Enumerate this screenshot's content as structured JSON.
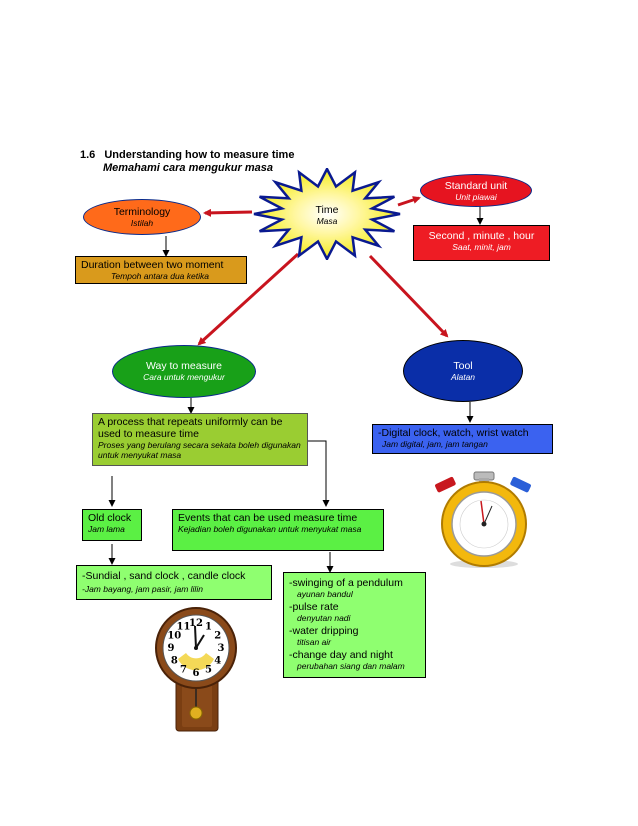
{
  "heading": {
    "number": "1.6",
    "title": "Understanding how to measure time",
    "subtitle": "Memahami cara mengukur masa"
  },
  "time": {
    "label": "Time",
    "sub": "Masa"
  },
  "terminology": {
    "label": "Terminology",
    "sub": "Istilah"
  },
  "duration": {
    "label": "Duration between two moment",
    "sub": "Tempoh antara dua ketika"
  },
  "standard_unit": {
    "label": "Standard unit",
    "sub": "Unit piawai"
  },
  "units": {
    "label": "Second , minute , hour",
    "sub": "Saat, minit, jam"
  },
  "way": {
    "label": "Way to measure",
    "sub": "Cara untuk mengukur"
  },
  "tool": {
    "label": "Tool",
    "sub": "Alatan"
  },
  "process": {
    "label": "A process that repeats uniformly can be used to measure time",
    "sub": "Proses yang berulang secara sekata boleh digunakan untuk menyukat masa"
  },
  "digital": {
    "label": "-Digital clock, watch, wrist watch",
    "sub": "Jam digital, jam, jam tangan"
  },
  "old_clock": {
    "label": "Old clock",
    "sub": "Jam lama"
  },
  "events": {
    "label": "Events that can be used measure time",
    "sub": "Kejadian boleh digunakan untuk menyukat masa"
  },
  "sundial": {
    "label": "-Sundial , sand clock , candle clock",
    "sub": "-Jam bayang, jam pasir, jam lilin"
  },
  "events_list": [
    {
      "label": "-swinging of a pendulum",
      "sub": "ayunan bandul"
    },
    {
      "label": "-pulse rate",
      "sub": "denyutan nadi"
    },
    {
      "label": "-water dripping",
      "sub": "titisan air"
    },
    {
      "label": "-change day and night",
      "sub": "perubahan siang dan malam"
    }
  ],
  "clock_numerals": [
    "12",
    "1",
    "2",
    "3",
    "4",
    "5",
    "6",
    "7",
    "8",
    "9",
    "10",
    "11"
  ],
  "colors": {
    "terminology": "#ff6a1a",
    "duration": "#d99a1c",
    "standard_unit": "#e61420",
    "units": "#ee1c24",
    "way": "#18a018",
    "tool": "#0a2ea8",
    "process": "#9acd32",
    "digital": "#3b62f0",
    "green": "#5bf044",
    "events_list": "#8fff70",
    "star": "#f2ea00",
    "arrow_red": "#c8141e"
  }
}
